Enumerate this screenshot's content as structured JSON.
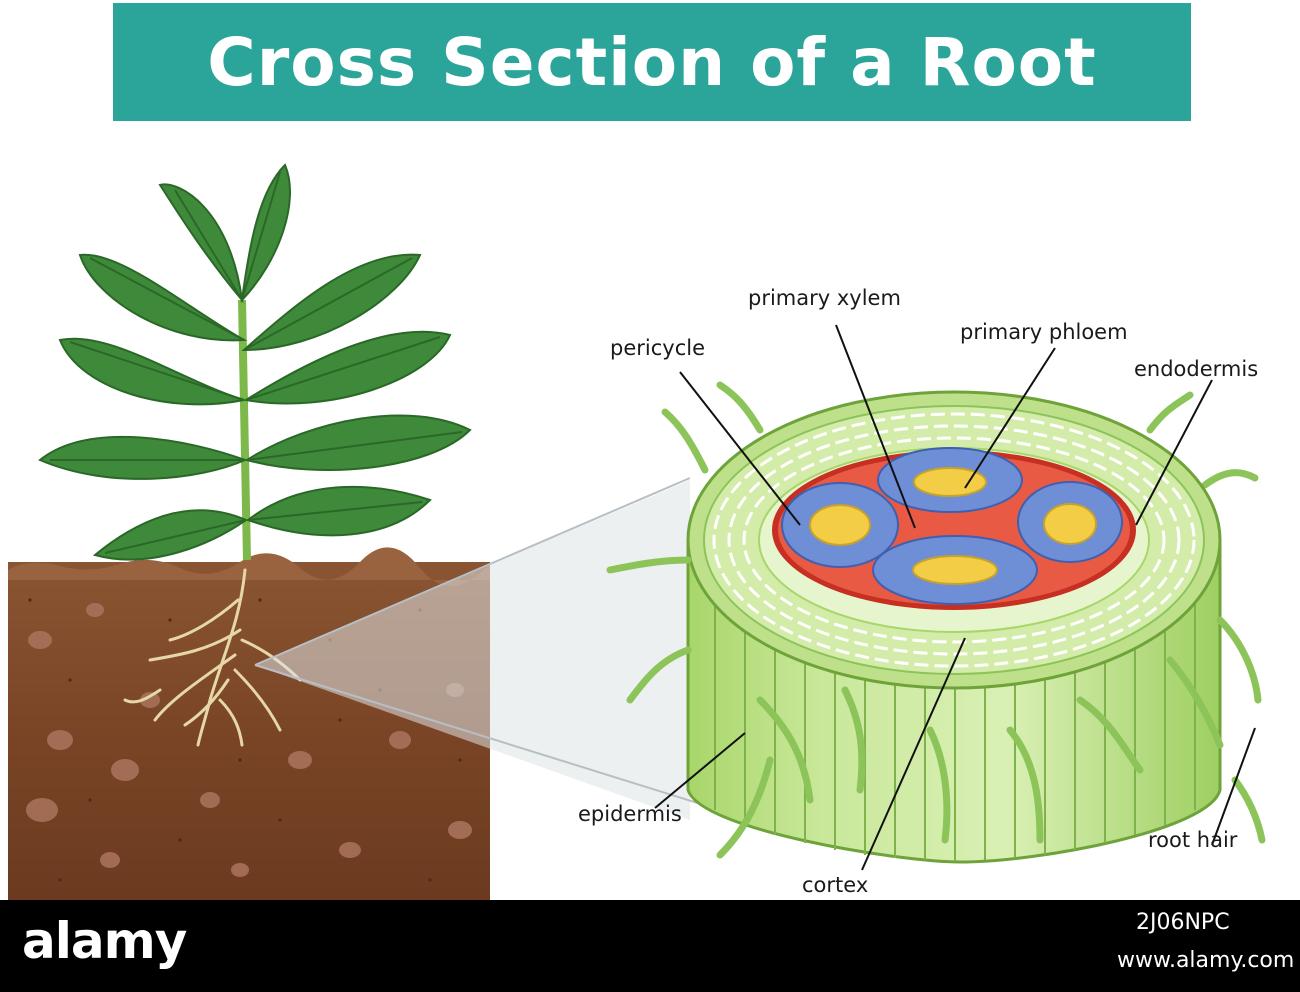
{
  "title": "Cross Section of a Root",
  "labels": {
    "primary_xylem": "primary xylem",
    "pericycle": "pericycle",
    "primary_phloem": "primary phloem",
    "endodermis": "endodermis",
    "epidermis": "epidermis",
    "cortex": "cortex",
    "root_hair": "root hair"
  },
  "footer": {
    "logo": "alamy",
    "image_id": "2J06NPC",
    "url": "www.alamy.com"
  },
  "colors": {
    "banner": "#2ba59a",
    "leaf": "#3f8a3a",
    "soil": "#7a4a2a",
    "root_green": "#a8d66a",
    "pericycle_red": "#e24a3b",
    "xylem_blue": "#6e8fd6",
    "phloem_yellow": "#f2cd45"
  }
}
